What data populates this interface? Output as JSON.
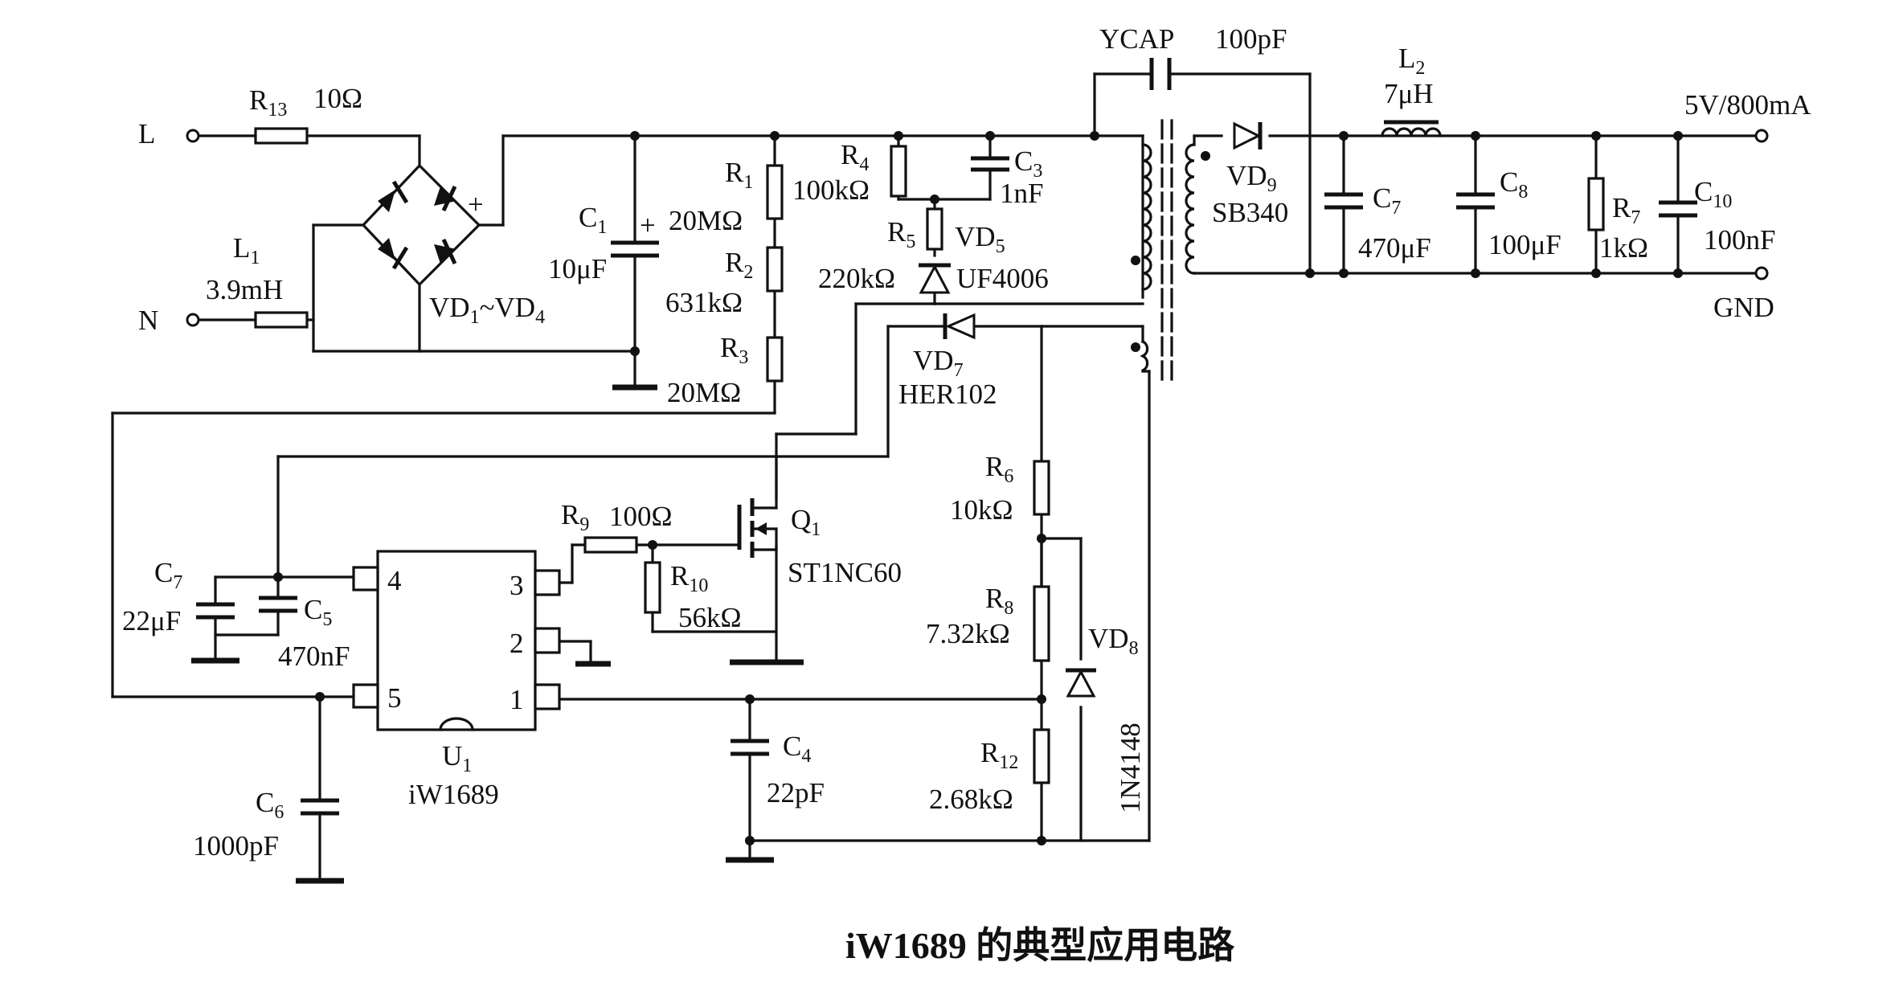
{
  "caption": "iW1689 的典型应用电路",
  "ports": {
    "L": "L",
    "N": "N",
    "vout": "5V/800mA",
    "gnd": "GND"
  },
  "parts": {
    "R13": {
      "prefix": "R",
      "sub": "13",
      "value": "10Ω"
    },
    "L1": {
      "prefix": "L",
      "sub": "1",
      "value": "3.9mH"
    },
    "bridge": {
      "p1": "VD",
      "s1": "1",
      "mid": "~VD",
      "s2": "4",
      "plus": "+"
    },
    "C1": {
      "prefix": "C",
      "sub": "1",
      "value": "10μF",
      "plus": "+"
    },
    "R1": {
      "prefix": "R",
      "sub": "1",
      "value": "20MΩ"
    },
    "R2": {
      "prefix": "R",
      "sub": "2",
      "value": "631kΩ"
    },
    "R3": {
      "prefix": "R",
      "sub": "3",
      "value": "20MΩ"
    },
    "R4": {
      "prefix": "R",
      "sub": "4",
      "value": "100kΩ"
    },
    "C3": {
      "prefix": "C",
      "sub": "3",
      "value": "1nF"
    },
    "R5": {
      "prefix": "R",
      "sub": "5",
      "value": "220kΩ"
    },
    "VD5": {
      "prefix": "VD",
      "sub": "5",
      "value": "UF4006"
    },
    "YCAP": {
      "label": "YCAP",
      "value": "100pF"
    },
    "VD9": {
      "prefix": "VD",
      "sub": "9",
      "value": "SB340"
    },
    "L2": {
      "prefix": "L",
      "sub": "2",
      "value": "7μH"
    },
    "C7out": {
      "prefix": "C",
      "sub": "7",
      "value": "470μF"
    },
    "C8": {
      "prefix": "C",
      "sub": "8",
      "value": "100μF"
    },
    "R7": {
      "prefix": "R",
      "sub": "7",
      "value": "1kΩ"
    },
    "C10": {
      "prefix": "C",
      "sub": "10",
      "value": "100nF"
    },
    "VD7": {
      "prefix": "VD",
      "sub": "7",
      "value": "HER102"
    },
    "R6": {
      "prefix": "R",
      "sub": "6",
      "value": "10kΩ"
    },
    "R8": {
      "prefix": "R",
      "sub": "8",
      "value": "7.32kΩ"
    },
    "VD8": {
      "prefix": "VD",
      "sub": "8",
      "value": "1N4148"
    },
    "R12": {
      "prefix": "R",
      "sub": "12",
      "value": "2.68kΩ"
    },
    "C4": {
      "prefix": "C",
      "sub": "4",
      "value": "22pF"
    },
    "Q1": {
      "prefix": "Q",
      "sub": "1",
      "value": "ST1NC60"
    },
    "R9": {
      "prefix": "R",
      "sub": "9",
      "value": "100Ω"
    },
    "R10": {
      "prefix": "R",
      "sub": "10",
      "value": "56kΩ"
    },
    "C7": {
      "prefix": "C",
      "sub": "7",
      "value": "22μF"
    },
    "C5": {
      "prefix": "C",
      "sub": "5",
      "value": "470nF"
    },
    "C6": {
      "prefix": "C",
      "sub": "6",
      "value": "1000pF"
    },
    "U1": {
      "prefix": "U",
      "sub": "1",
      "value": "iW1689",
      "pin1": "1",
      "pin2": "2",
      "pin3": "3",
      "pin4": "4",
      "pin5": "5"
    }
  }
}
